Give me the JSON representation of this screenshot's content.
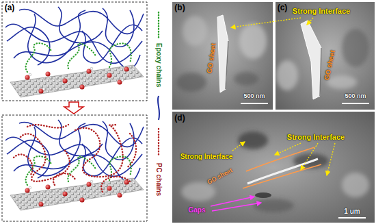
{
  "diagram": {
    "labels": [
      "(a)",
      "(b)",
      "Strong Interface",
      "GO sheet",
      "500 nm",
      "(c)",
      "GO sheet",
      "500 nm",
      "(d)",
      "Strong Interface",
      "Strong Interface",
      "GO sheet",
      "Gaps",
      "1 um"
    ],
    "legend": [
      {
        "text": "Epoxy chains"
      },
      {
        "text": "PC chains"
      }
    ]
  }
}
